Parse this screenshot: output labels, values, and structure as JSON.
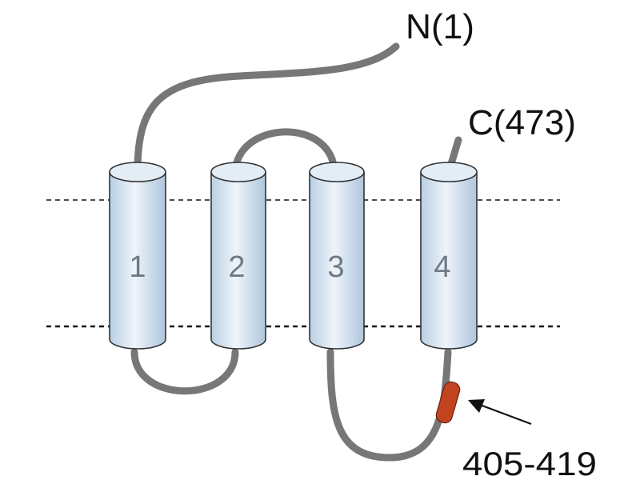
{
  "diagram": {
    "n_terminus": "N(1)",
    "c_terminus": "C(473)",
    "helices": [
      {
        "label": "1"
      },
      {
        "label": "2"
      },
      {
        "label": "3"
      },
      {
        "label": "4"
      }
    ],
    "epitope": {
      "label": "405-419",
      "color": "#c2441f"
    },
    "colors": {
      "helix_fill": "#dde8f3",
      "helix_stroke": "#333333",
      "helix_text": "#6e7a86",
      "loop": "#777777",
      "membrane_line": "#111111"
    }
  }
}
